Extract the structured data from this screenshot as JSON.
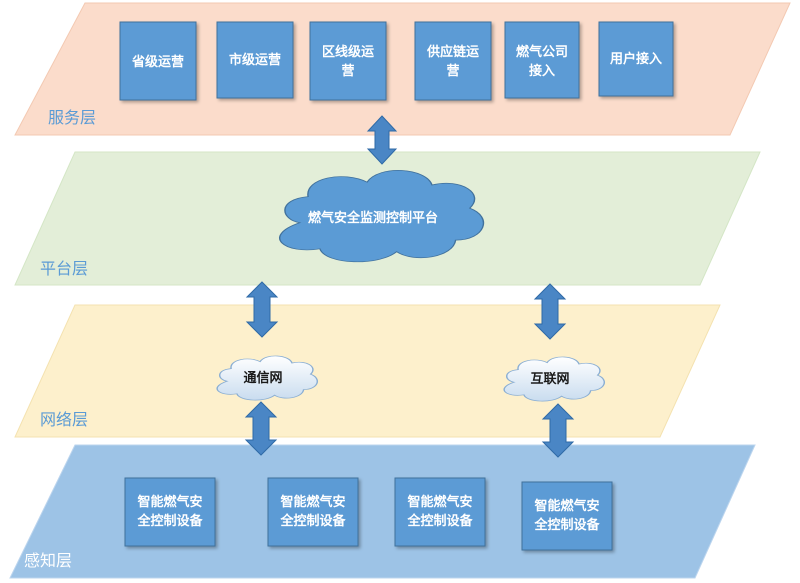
{
  "layers": {
    "service": {
      "label": "服务层",
      "boxes": [
        {
          "line1": "省级运营",
          "line2": ""
        },
        {
          "line1": "市级运营",
          "line2": ""
        },
        {
          "line1": "区线级运",
          "line2": "营"
        },
        {
          "line1": "供应链运",
          "line2": "营"
        },
        {
          "line1": "燃气公司",
          "line2": "接入"
        },
        {
          "line1": "用户接入",
          "line2": ""
        }
      ]
    },
    "platform": {
      "label": "平台层",
      "cloud": "燃气安全监测控制平台"
    },
    "network": {
      "label": "网络层",
      "clouds": [
        "通信网",
        "互联网"
      ]
    },
    "sensing": {
      "label": "感知层",
      "boxes": [
        {
          "line1": "智能燃气安",
          "line2": "全控制设备"
        },
        {
          "line1": "智能燃气安",
          "line2": "全控制设备"
        },
        {
          "line1": "智能燃气安",
          "line2": "全控制设备"
        },
        {
          "line1": "智能燃气安",
          "line2": "全控制设备"
        }
      ]
    }
  },
  "colors": {
    "service_layer": "#fbdccb",
    "platform_layer": "#e3eed8",
    "network_layer": "#fdf0cc",
    "sensing_layer": "#9dc3e6",
    "box_fill": "#5b9bd5",
    "box_stroke": "#41719c",
    "arrow": "#4a86c5",
    "layer_label": "#5b9bd5"
  }
}
